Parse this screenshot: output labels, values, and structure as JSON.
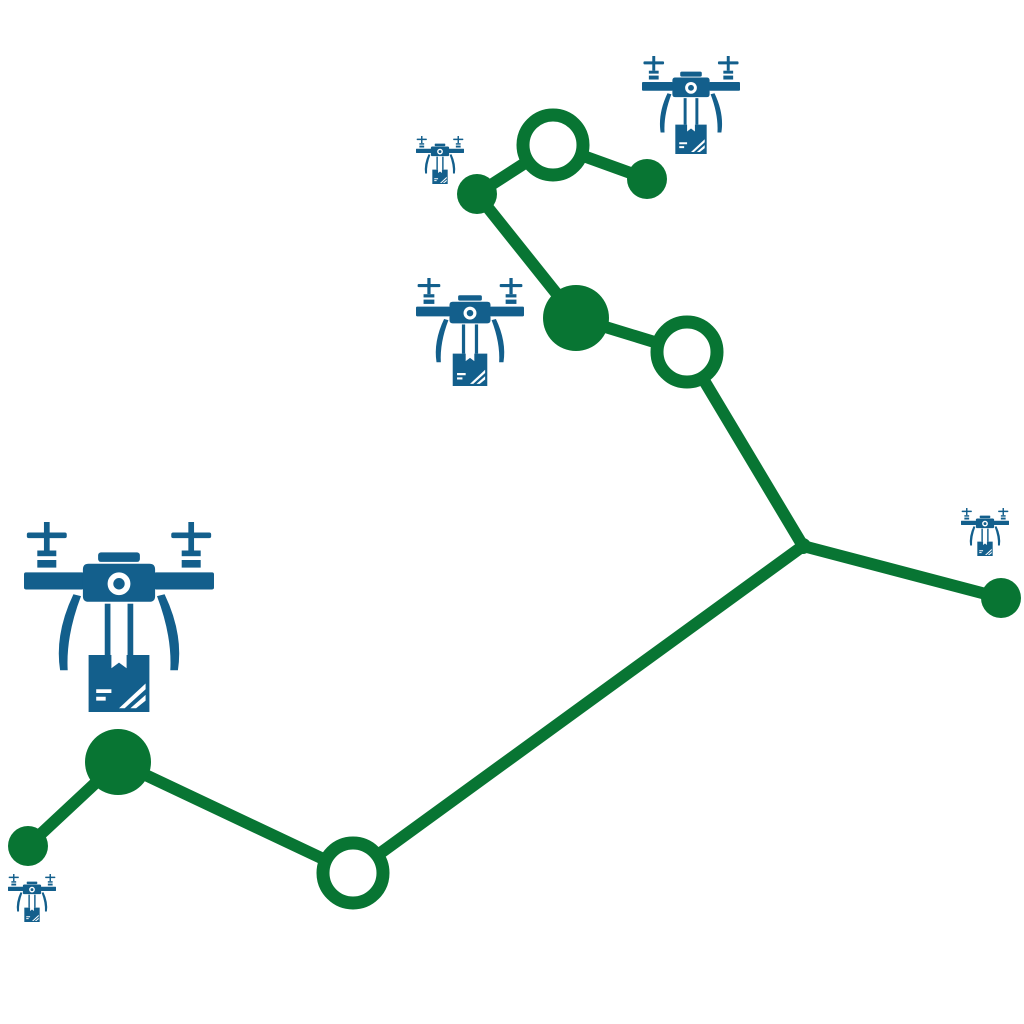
{
  "colors": {
    "route": "#087533",
    "drone": "#135f8c",
    "background": "#ffffff"
  },
  "icon": "delivery-drone-icon",
  "network": {
    "nodes": [
      {
        "id": "n1",
        "style": "small-filled"
      },
      {
        "id": "n2",
        "style": "large-filled"
      },
      {
        "id": "n3",
        "style": "ring"
      },
      {
        "id": "n4",
        "style": "junction"
      },
      {
        "id": "n5",
        "style": "small-filled"
      },
      {
        "id": "n6",
        "style": "ring"
      },
      {
        "id": "n7",
        "style": "large-filled"
      },
      {
        "id": "n8",
        "style": "small-filled"
      },
      {
        "id": "n9",
        "style": "ring"
      },
      {
        "id": "n10",
        "style": "small-filled"
      }
    ],
    "edges": [
      [
        "n1",
        "n2"
      ],
      [
        "n2",
        "n3"
      ],
      [
        "n3",
        "n4"
      ],
      [
        "n4",
        "n5"
      ],
      [
        "n4",
        "n6"
      ],
      [
        "n6",
        "n7"
      ],
      [
        "n7",
        "n8"
      ],
      [
        "n8",
        "n9"
      ],
      [
        "n9",
        "n10"
      ]
    ]
  },
  "drones": [
    {
      "id": "d1",
      "size": "large"
    },
    {
      "id": "d2",
      "size": "medium"
    },
    {
      "id": "d3",
      "size": "medium"
    },
    {
      "id": "d4",
      "size": "small"
    },
    {
      "id": "d5",
      "size": "small"
    },
    {
      "id": "d6",
      "size": "small"
    }
  ]
}
